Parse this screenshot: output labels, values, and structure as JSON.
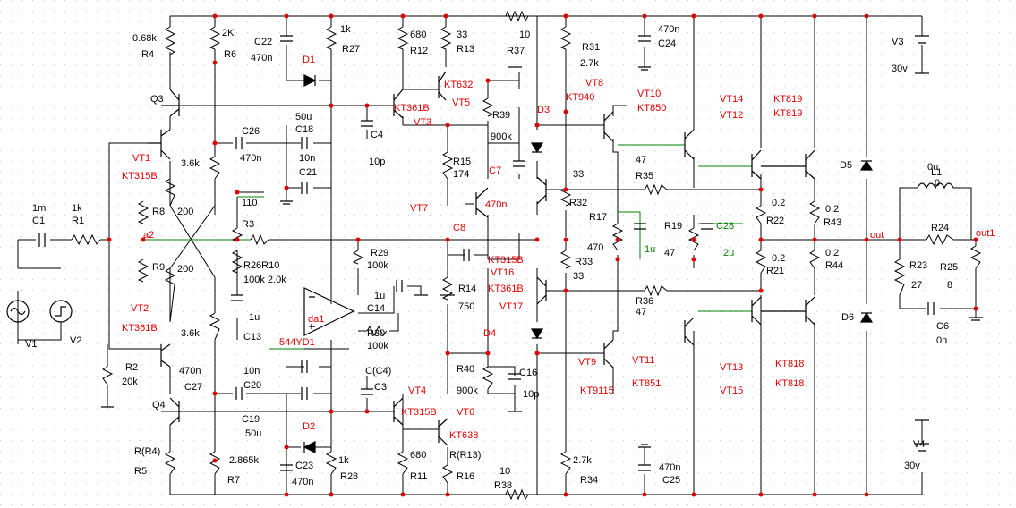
{
  "colors": {
    "background": "#ffffff",
    "grid": "#c8c8c8",
    "wire": "#000000",
    "net": "#008000",
    "node": "#e00000",
    "ref": "#e00000",
    "value": "#000000"
  },
  "labels": [
    {
      "id": "l1",
      "text": "0.68k",
      "kind": "value"
    },
    {
      "id": "l2",
      "text": "R4",
      "kind": "value"
    },
    {
      "id": "l3",
      "text": "2K",
      "kind": "value"
    },
    {
      "id": "l4",
      "text": "R6",
      "kind": "value"
    },
    {
      "id": "l5",
      "text": "C22",
      "kind": "value"
    },
    {
      "id": "l6",
      "text": "470n",
      "kind": "value"
    },
    {
      "id": "l7",
      "text": "1k",
      "kind": "value"
    },
    {
      "id": "l8",
      "text": "R27",
      "kind": "value"
    },
    {
      "id": "l9",
      "text": "D1",
      "kind": "ref"
    },
    {
      "id": "l10",
      "text": "680",
      "kind": "value"
    },
    {
      "id": "l11",
      "text": "R12",
      "kind": "value"
    },
    {
      "id": "l12",
      "text": "33",
      "kind": "value"
    },
    {
      "id": "l13",
      "text": "R13",
      "kind": "value"
    },
    {
      "id": "l14",
      "text": "KT632",
      "kind": "ref"
    },
    {
      "id": "l15",
      "text": "10",
      "kind": "value"
    },
    {
      "id": "l16",
      "text": "R37",
      "kind": "value"
    },
    {
      "id": "l17",
      "text": "R31",
      "kind": "value"
    },
    {
      "id": "l18",
      "text": "2.7k",
      "kind": "value"
    },
    {
      "id": "l19",
      "text": "VT8",
      "kind": "ref"
    },
    {
      "id": "l20",
      "text": "KT940",
      "kind": "ref"
    },
    {
      "id": "l21",
      "text": "470n",
      "kind": "value"
    },
    {
      "id": "l22",
      "text": "C24",
      "kind": "value"
    },
    {
      "id": "l23",
      "text": "VT10",
      "kind": "ref"
    },
    {
      "id": "l24",
      "text": "KT850",
      "kind": "ref"
    },
    {
      "id": "l25",
      "text": "VT14",
      "kind": "ref"
    },
    {
      "id": "l26",
      "text": "VT12",
      "kind": "ref"
    },
    {
      "id": "l27",
      "text": "KT819",
      "kind": "ref"
    },
    {
      "id": "l28",
      "text": "KT819",
      "kind": "ref"
    },
    {
      "id": "l29",
      "text": "V3",
      "kind": "value"
    },
    {
      "id": "l30",
      "text": "30v",
      "kind": "value"
    },
    {
      "id": "l31",
      "text": "Q3",
      "kind": "value"
    },
    {
      "id": "l32",
      "text": "KT361B",
      "kind": "ref"
    },
    {
      "id": "l33",
      "text": "VT5",
      "kind": "ref"
    },
    {
      "id": "l34",
      "text": "R39",
      "kind": "value"
    },
    {
      "id": "l35",
      "text": "D3",
      "kind": "ref"
    },
    {
      "id": "l36",
      "text": "50u",
      "kind": "value"
    },
    {
      "id": "l37",
      "text": "C18",
      "kind": "value"
    },
    {
      "id": "l38",
      "text": "C4",
      "kind": "value"
    },
    {
      "id": "l39",
      "text": "VT3",
      "kind": "ref"
    },
    {
      "id": "l40",
      "text": "900k",
      "kind": "value"
    },
    {
      "id": "l41",
      "text": "C26",
      "kind": "value"
    },
    {
      "id": "l42",
      "text": "VT1",
      "kind": "ref"
    },
    {
      "id": "l43",
      "text": "KT315B",
      "kind": "ref"
    },
    {
      "id": "l44",
      "text": "470n",
      "kind": "value"
    },
    {
      "id": "l45",
      "text": "10n",
      "kind": "value"
    },
    {
      "id": "l46",
      "text": "C21",
      "kind": "value"
    },
    {
      "id": "l47",
      "text": "10p",
      "kind": "value"
    },
    {
      "id": "l48",
      "text": "R15",
      "kind": "value"
    },
    {
      "id": "l49",
      "text": "174",
      "kind": "value"
    },
    {
      "id": "l50",
      "text": "C7",
      "kind": "ref"
    },
    {
      "id": "l51",
      "text": "33",
      "kind": "value"
    },
    {
      "id": "l52",
      "text": "47",
      "kind": "value"
    },
    {
      "id": "l53",
      "text": "R35",
      "kind": "value"
    },
    {
      "id": "l54",
      "text": "L1",
      "kind": "value"
    },
    {
      "id": "l55",
      "text": "0u",
      "kind": "value"
    },
    {
      "id": "l56",
      "text": "D5",
      "kind": "value"
    },
    {
      "id": "l57",
      "text": "3.6k",
      "kind": "value"
    },
    {
      "id": "l58",
      "text": "110",
      "kind": "value"
    },
    {
      "id": "l59",
      "text": "VT7",
      "kind": "ref"
    },
    {
      "id": "l60",
      "text": "470n",
      "kind": "ref"
    },
    {
      "id": "l61",
      "text": "R32",
      "kind": "value"
    },
    {
      "id": "l62",
      "text": "0.2",
      "kind": "value"
    },
    {
      "id": "l63",
      "text": "R22",
      "kind": "value"
    },
    {
      "id": "l64",
      "text": "0.2",
      "kind": "value"
    },
    {
      "id": "l65",
      "text": "R43",
      "kind": "value"
    },
    {
      "id": "l66",
      "text": "0",
      "kind": "value"
    },
    {
      "id": "l67",
      "text": "1m",
      "kind": "value"
    },
    {
      "id": "l68",
      "text": "C1",
      "kind": "value"
    },
    {
      "id": "l69",
      "text": "1k",
      "kind": "value"
    },
    {
      "id": "l70",
      "text": "R1",
      "kind": "value"
    },
    {
      "id": "l71",
      "text": "R8",
      "kind": "value"
    },
    {
      "id": "l72",
      "text": "200",
      "kind": "value"
    },
    {
      "id": "l73",
      "text": "R3",
      "kind": "value"
    },
    {
      "id": "l74",
      "text": "C8",
      "kind": "ref"
    },
    {
      "id": "l75",
      "text": "R17",
      "kind": "value"
    },
    {
      "id": "l76",
      "text": "R19",
      "kind": "value"
    },
    {
      "id": "l77",
      "text": "C28",
      "kind": "net"
    },
    {
      "id": "l78",
      "text": "a2",
      "kind": "ref"
    },
    {
      "id": "l79",
      "text": "R29",
      "kind": "value"
    },
    {
      "id": "l80",
      "text": "100k",
      "kind": "value"
    },
    {
      "id": "l81",
      "text": "470",
      "kind": "value"
    },
    {
      "id": "l82",
      "text": "1u",
      "kind": "net"
    },
    {
      "id": "l83",
      "text": "47",
      "kind": "value"
    },
    {
      "id": "l84",
      "text": "2u",
      "kind": "net"
    },
    {
      "id": "l85",
      "text": "0.2",
      "kind": "value"
    },
    {
      "id": "l86",
      "text": "R21",
      "kind": "value"
    },
    {
      "id": "l87",
      "text": "0.2",
      "kind": "value"
    },
    {
      "id": "l88",
      "text": "R44",
      "kind": "value"
    },
    {
      "id": "l89",
      "text": "out",
      "kind": "ref"
    },
    {
      "id": "l90",
      "text": "R24",
      "kind": "value"
    },
    {
      "id": "l91",
      "text": "out1",
      "kind": "ref"
    },
    {
      "id": "l92",
      "text": "R9",
      "kind": "value"
    },
    {
      "id": "l93",
      "text": "200",
      "kind": "value"
    },
    {
      "id": "l94",
      "text": "R26R10",
      "kind": "value"
    },
    {
      "id": "l95",
      "text": "100k 2.0k",
      "kind": "value"
    },
    {
      "id": "l96",
      "text": "KT315B",
      "kind": "ref"
    },
    {
      "id": "l97",
      "text": "VT16",
      "kind": "ref"
    },
    {
      "id": "l98",
      "text": "KT361B",
      "kind": "ref"
    },
    {
      "id": "l99",
      "text": "VT17",
      "kind": "ref"
    },
    {
      "id": "l100",
      "text": "R14",
      "kind": "value"
    },
    {
      "id": "l101",
      "text": "750",
      "kind": "value"
    },
    {
      "id": "l102",
      "text": "R33",
      "kind": "value"
    },
    {
      "id": "l103",
      "text": "33",
      "kind": "value"
    },
    {
      "id": "l104",
      "text": "R36",
      "kind": "value"
    },
    {
      "id": "l105",
      "text": "47",
      "kind": "value"
    },
    {
      "id": "l106",
      "text": "R23",
      "kind": "value"
    },
    {
      "id": "l107",
      "text": "27",
      "kind": "value"
    },
    {
      "id": "l108",
      "text": "R25",
      "kind": "value"
    },
    {
      "id": "l109",
      "text": "8",
      "kind": "value"
    },
    {
      "id": "l110",
      "text": "1u",
      "kind": "value"
    },
    {
      "id": "l111",
      "text": "C14",
      "kind": "value"
    },
    {
      "id": "l112",
      "text": "1u",
      "kind": "value"
    },
    {
      "id": "l113",
      "text": "da1",
      "kind": "ref"
    },
    {
      "id": "l114",
      "text": "C13",
      "kind": "value"
    },
    {
      "id": "l115",
      "text": "R30",
      "kind": "value"
    },
    {
      "id": "l116",
      "text": "100k",
      "kind": "value"
    },
    {
      "id": "l117",
      "text": "544YD1",
      "kind": "ref"
    },
    {
      "id": "l118",
      "text": "D4",
      "kind": "ref"
    },
    {
      "id": "l119",
      "text": "C6",
      "kind": "value"
    },
    {
      "id": "l120",
      "text": "0n",
      "kind": "value"
    },
    {
      "id": "l121",
      "text": "D6",
      "kind": "value"
    },
    {
      "id": "l122",
      "text": "V1",
      "kind": "value"
    },
    {
      "id": "l123",
      "text": "V2",
      "kind": "value"
    },
    {
      "id": "l124",
      "text": "VT2",
      "kind": "ref"
    },
    {
      "id": "l125",
      "text": "KT361B",
      "kind": "ref"
    },
    {
      "id": "l126",
      "text": "3.6k",
      "kind": "value"
    },
    {
      "id": "l127",
      "text": "R2",
      "kind": "value"
    },
    {
      "id": "l128",
      "text": "20k",
      "kind": "value"
    },
    {
      "id": "l129",
      "text": "470n",
      "kind": "value"
    },
    {
      "id": "l130",
      "text": "C27",
      "kind": "value"
    },
    {
      "id": "l131",
      "text": "10n",
      "kind": "value"
    },
    {
      "id": "l132",
      "text": "C20",
      "kind": "value"
    },
    {
      "id": "l133",
      "text": "C(C4)",
      "kind": "value"
    },
    {
      "id": "l134",
      "text": "C3",
      "kind": "value"
    },
    {
      "id": "l135",
      "text": "R40",
      "kind": "value"
    },
    {
      "id": "l136",
      "text": "900k",
      "kind": "value"
    },
    {
      "id": "l137",
      "text": "C16",
      "kind": "value"
    },
    {
      "id": "l138",
      "text": "10p",
      "kind": "value"
    },
    {
      "id": "l139",
      "text": "VT9",
      "kind": "ref"
    },
    {
      "id": "l140",
      "text": "KT9115",
      "kind": "ref"
    },
    {
      "id": "l141",
      "text": "VT11",
      "kind": "ref"
    },
    {
      "id": "l142",
      "text": "KT851",
      "kind": "ref"
    },
    {
      "id": "l143",
      "text": "VT13",
      "kind": "ref"
    },
    {
      "id": "l144",
      "text": "VT15",
      "kind": "ref"
    },
    {
      "id": "l145",
      "text": "KT818",
      "kind": "ref"
    },
    {
      "id": "l146",
      "text": "KT818",
      "kind": "ref"
    },
    {
      "id": "l147",
      "text": "Q4",
      "kind": "value"
    },
    {
      "id": "l148",
      "text": "C19",
      "kind": "value"
    },
    {
      "id": "l149",
      "text": "50u",
      "kind": "value"
    },
    {
      "id": "l150",
      "text": "D2",
      "kind": "ref"
    },
    {
      "id": "l151",
      "text": "VT4",
      "kind": "ref"
    },
    {
      "id": "l152",
      "text": "KT315B",
      "kind": "ref"
    },
    {
      "id": "l153",
      "text": "VT6",
      "kind": "ref"
    },
    {
      "id": "l154",
      "text": "KT638",
      "kind": "ref"
    },
    {
      "id": "l155",
      "text": "R(R4)",
      "kind": "value"
    },
    {
      "id": "l156",
      "text": "R5",
      "kind": "value"
    },
    {
      "id": "l157",
      "text": "2.865k",
      "kind": "value"
    },
    {
      "id": "l158",
      "text": "C23",
      "kind": "value"
    },
    {
      "id": "l159",
      "text": "1k",
      "kind": "value"
    },
    {
      "id": "l160",
      "text": "680",
      "kind": "value"
    },
    {
      "id": "l161",
      "text": "R(R13)",
      "kind": "value"
    },
    {
      "id": "l162",
      "text": "10",
      "kind": "value"
    },
    {
      "id": "l163",
      "text": "2.7k",
      "kind": "value"
    },
    {
      "id": "l164",
      "text": "470n",
      "kind": "value"
    },
    {
      "id": "l165",
      "text": "V4",
      "kind": "value"
    },
    {
      "id": "l166",
      "text": "30v",
      "kind": "value"
    },
    {
      "id": "l167",
      "text": "R7",
      "kind": "value"
    },
    {
      "id": "l168",
      "text": "470n",
      "kind": "value"
    },
    {
      "id": "l169",
      "text": "R28",
      "kind": "value"
    },
    {
      "id": "l170",
      "text": "R11",
      "kind": "value"
    },
    {
      "id": "l171",
      "text": "R16",
      "kind": "value"
    },
    {
      "id": "l172",
      "text": "R38",
      "kind": "value"
    },
    {
      "id": "l173",
      "text": "R34",
      "kind": "value"
    },
    {
      "id": "l174",
      "text": "C25",
      "kind": "value"
    }
  ]
}
